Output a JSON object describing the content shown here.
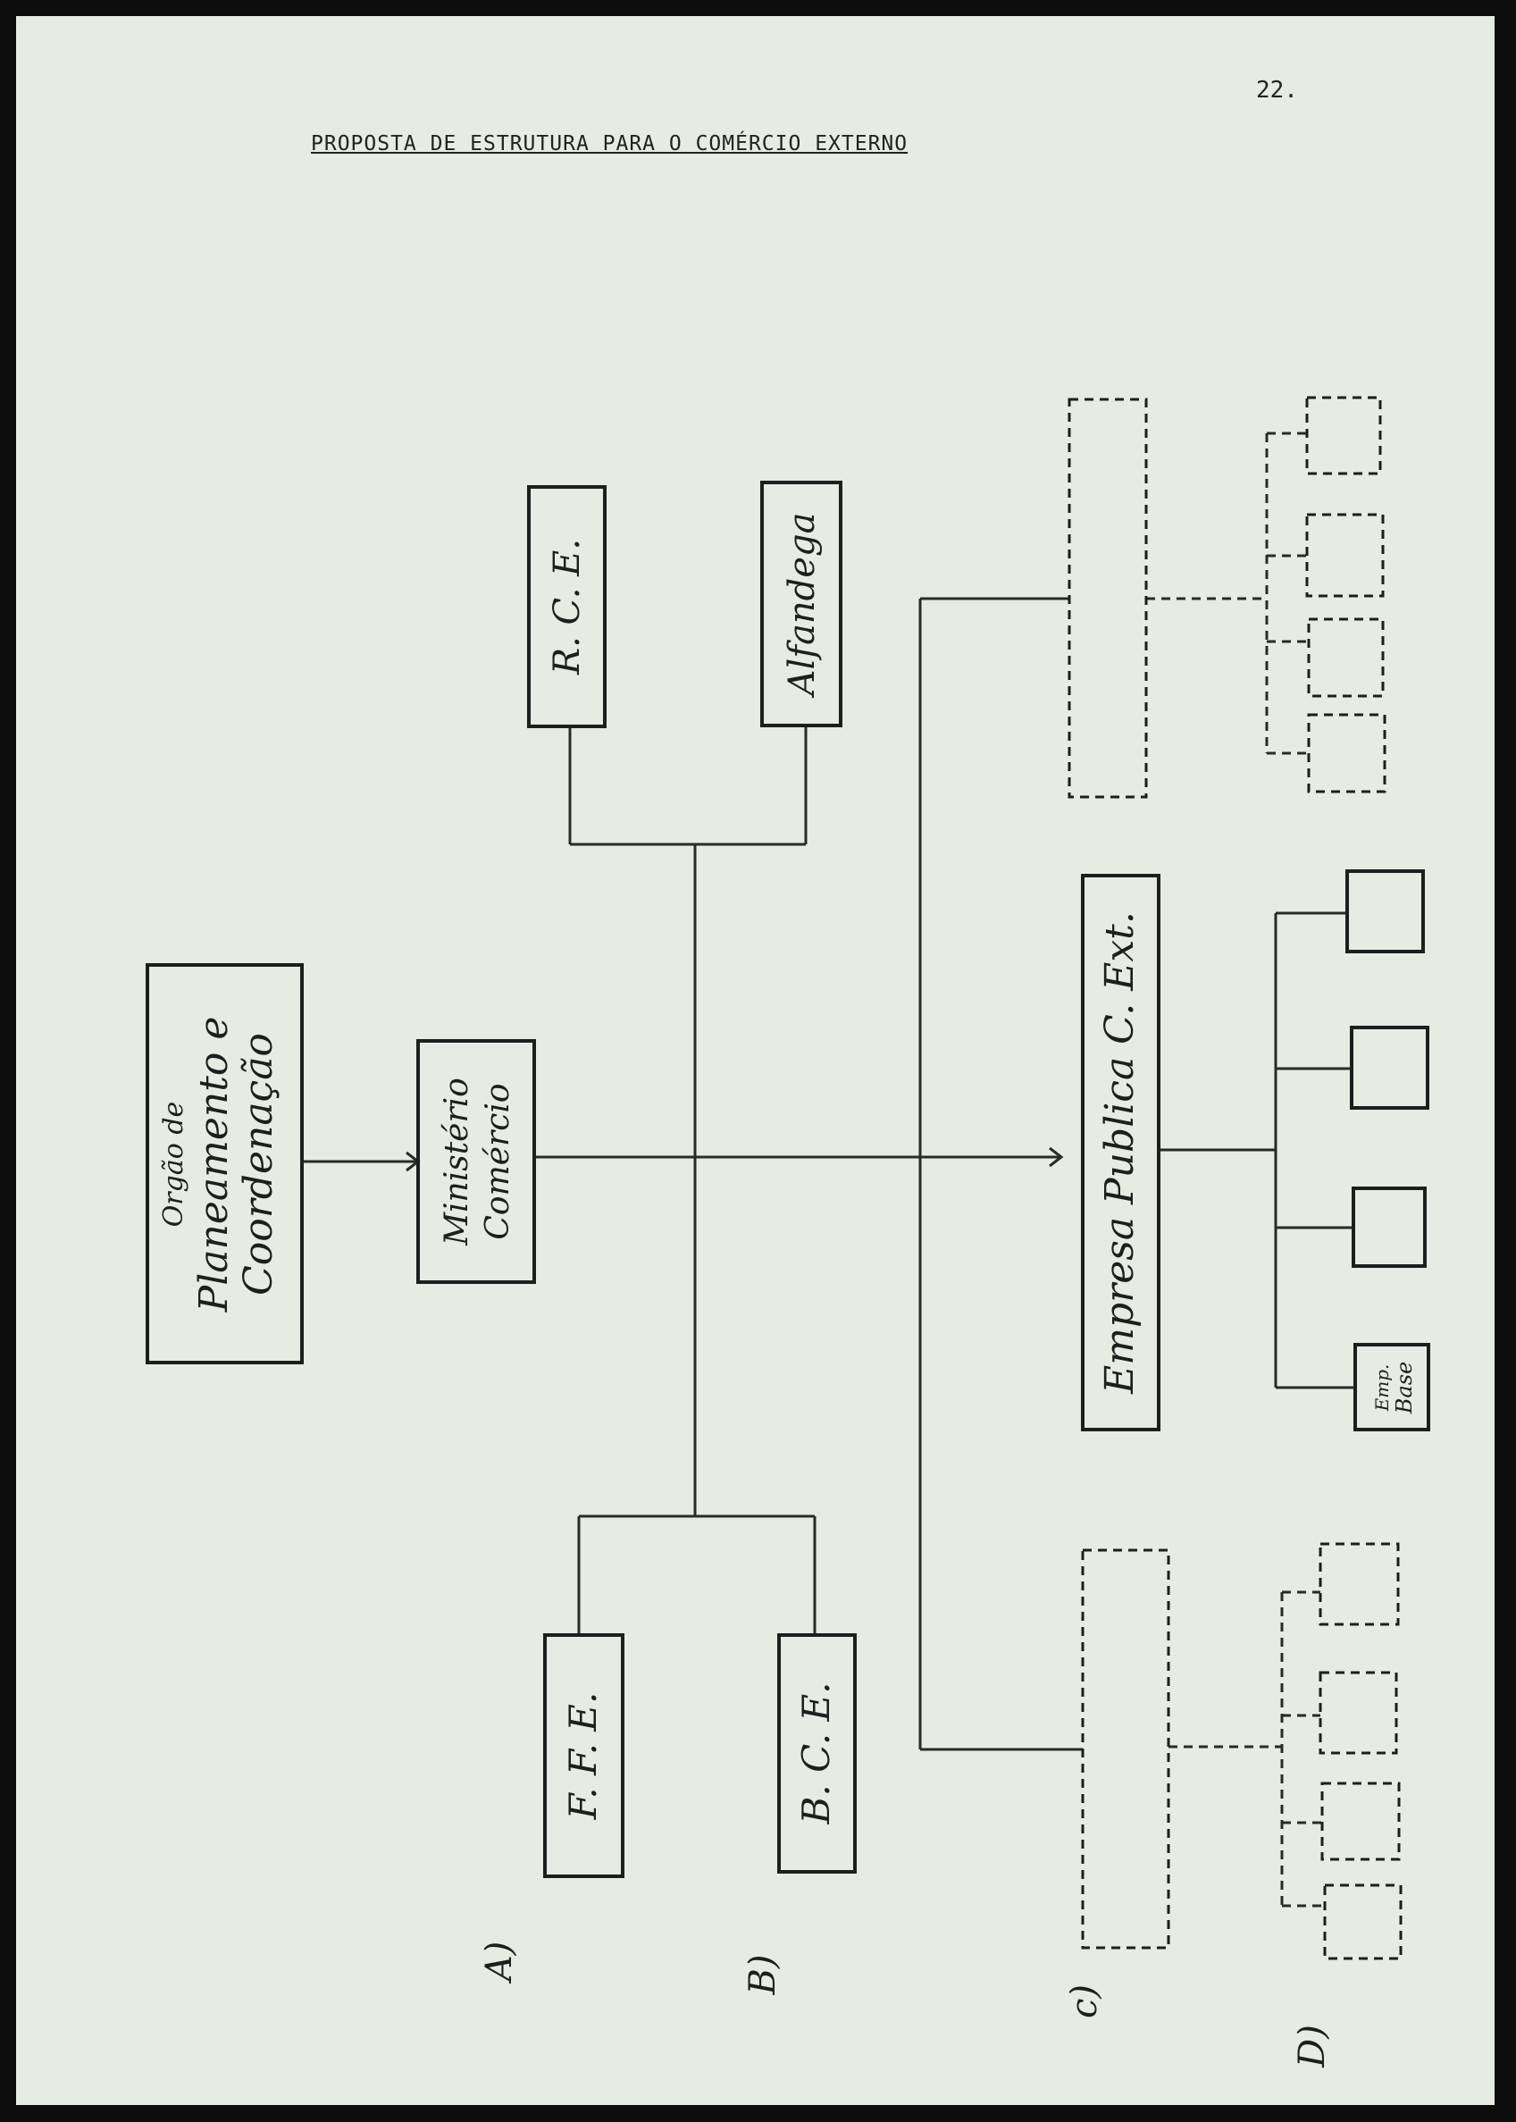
{
  "page": {
    "number": "22.",
    "title": "PROPOSTA DE ESTRUTURA PARA O COMÉRCIO EXTERNO"
  },
  "org_chart": {
    "planning": {
      "line1": "Orgão de",
      "line2": "Planeamento e",
      "line3": "Coordenação"
    },
    "ministry": {
      "line1": "Ministério",
      "line2": "Comércio"
    },
    "rce": "R. C. E.",
    "alfandega": "Alfandega",
    "ffe": "F. F. E.",
    "bce": "B. C. E.",
    "empresa": "Empresa Publica C. Ext.",
    "emp_base": {
      "line1": "Emp.",
      "line2": "Base"
    }
  },
  "markers": {
    "a": "A)",
    "b": "B)",
    "c": "c)",
    "d": "D)"
  }
}
